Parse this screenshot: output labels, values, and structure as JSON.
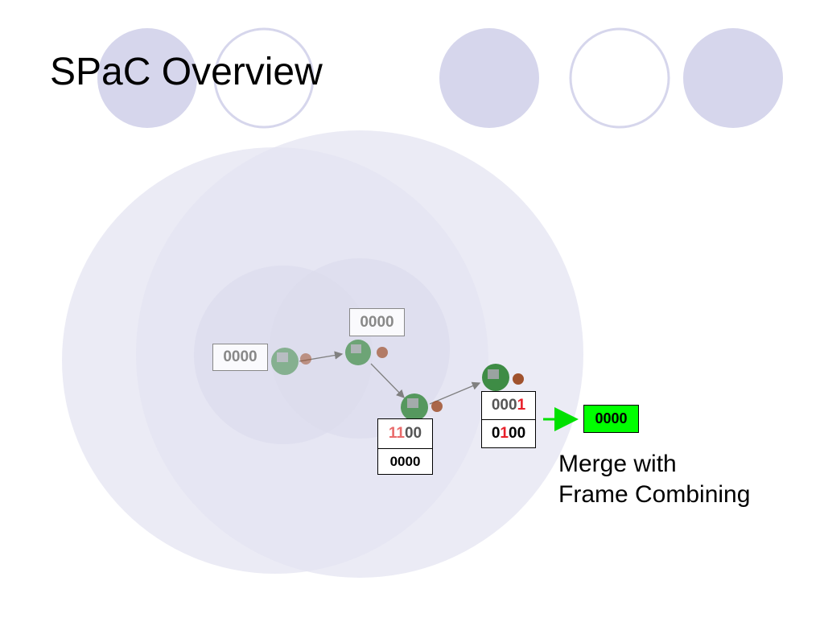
{
  "slide": {
    "title": "SPaC Overview",
    "colors": {
      "decor_fill": "#d6d6ec",
      "decor_stroke": "#d6d6ec",
      "range_fill": "#e6e6f2",
      "accent_green": "#00ff00",
      "highlight_red": "#e8202a"
    }
  },
  "nodes": {
    "node1": {
      "label": "0000"
    },
    "node2": {
      "label": "0000"
    },
    "node3": {
      "top": [
        "11",
        "00"
      ],
      "bottom": "0000"
    },
    "node4": {
      "top": [
        "000",
        "1"
      ],
      "bottom": [
        "0",
        "1",
        "00"
      ]
    }
  },
  "result": {
    "label": "0000"
  },
  "caption": {
    "line1": "Merge with",
    "line2": "Frame Combining"
  }
}
